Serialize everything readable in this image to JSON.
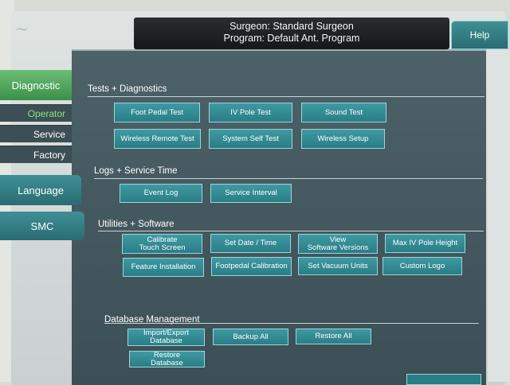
{
  "header": {
    "surgeon": "Surgeon: Standard Surgeon",
    "program": "Program: Default Ant. Program"
  },
  "help_label": "Help",
  "sidebar": {
    "diagnostic": "Diagnostic",
    "sub": [
      "Operator",
      "Service",
      "Factory"
    ],
    "language": "Language",
    "smc": "SMC"
  },
  "sections": {
    "tests": "Tests + Diagnostics",
    "logs": "Logs + Service Time",
    "utilities": "Utilities + Software",
    "database": "Database Management"
  },
  "tests_buttons": [
    "Foot Pedal Test",
    "IV Pole Test",
    "Sound Test",
    "Wireless Remote Test",
    "System Self Test",
    "Wireless Setup"
  ],
  "logs_buttons": [
    "Event Log",
    "Service Interval"
  ],
  "utilities_buttons": {
    "calibrate_l1": "Calibrate",
    "calibrate_l2": "Touch Screen",
    "set_date": "Set Date / Time",
    "view_l1": "View",
    "view_l2": "Software Versions",
    "max_iv": "Max IV Pole Height",
    "feature": "Feature Installation",
    "footpedal": "Footpedal Calibration",
    "vacuum": "Set Vacuum Units",
    "logo": "Custom Logo"
  },
  "database_buttons": {
    "import_export": "Import/Export Database",
    "backup": "Backup All",
    "restore_all": "Restore All",
    "restore_l1": "Restore",
    "restore_l2": "Database"
  },
  "colors": {
    "button": "#2a7d86",
    "panel": "#45585f",
    "active_tab": "#4ea35a",
    "operator_text": "#8ee27f"
  }
}
